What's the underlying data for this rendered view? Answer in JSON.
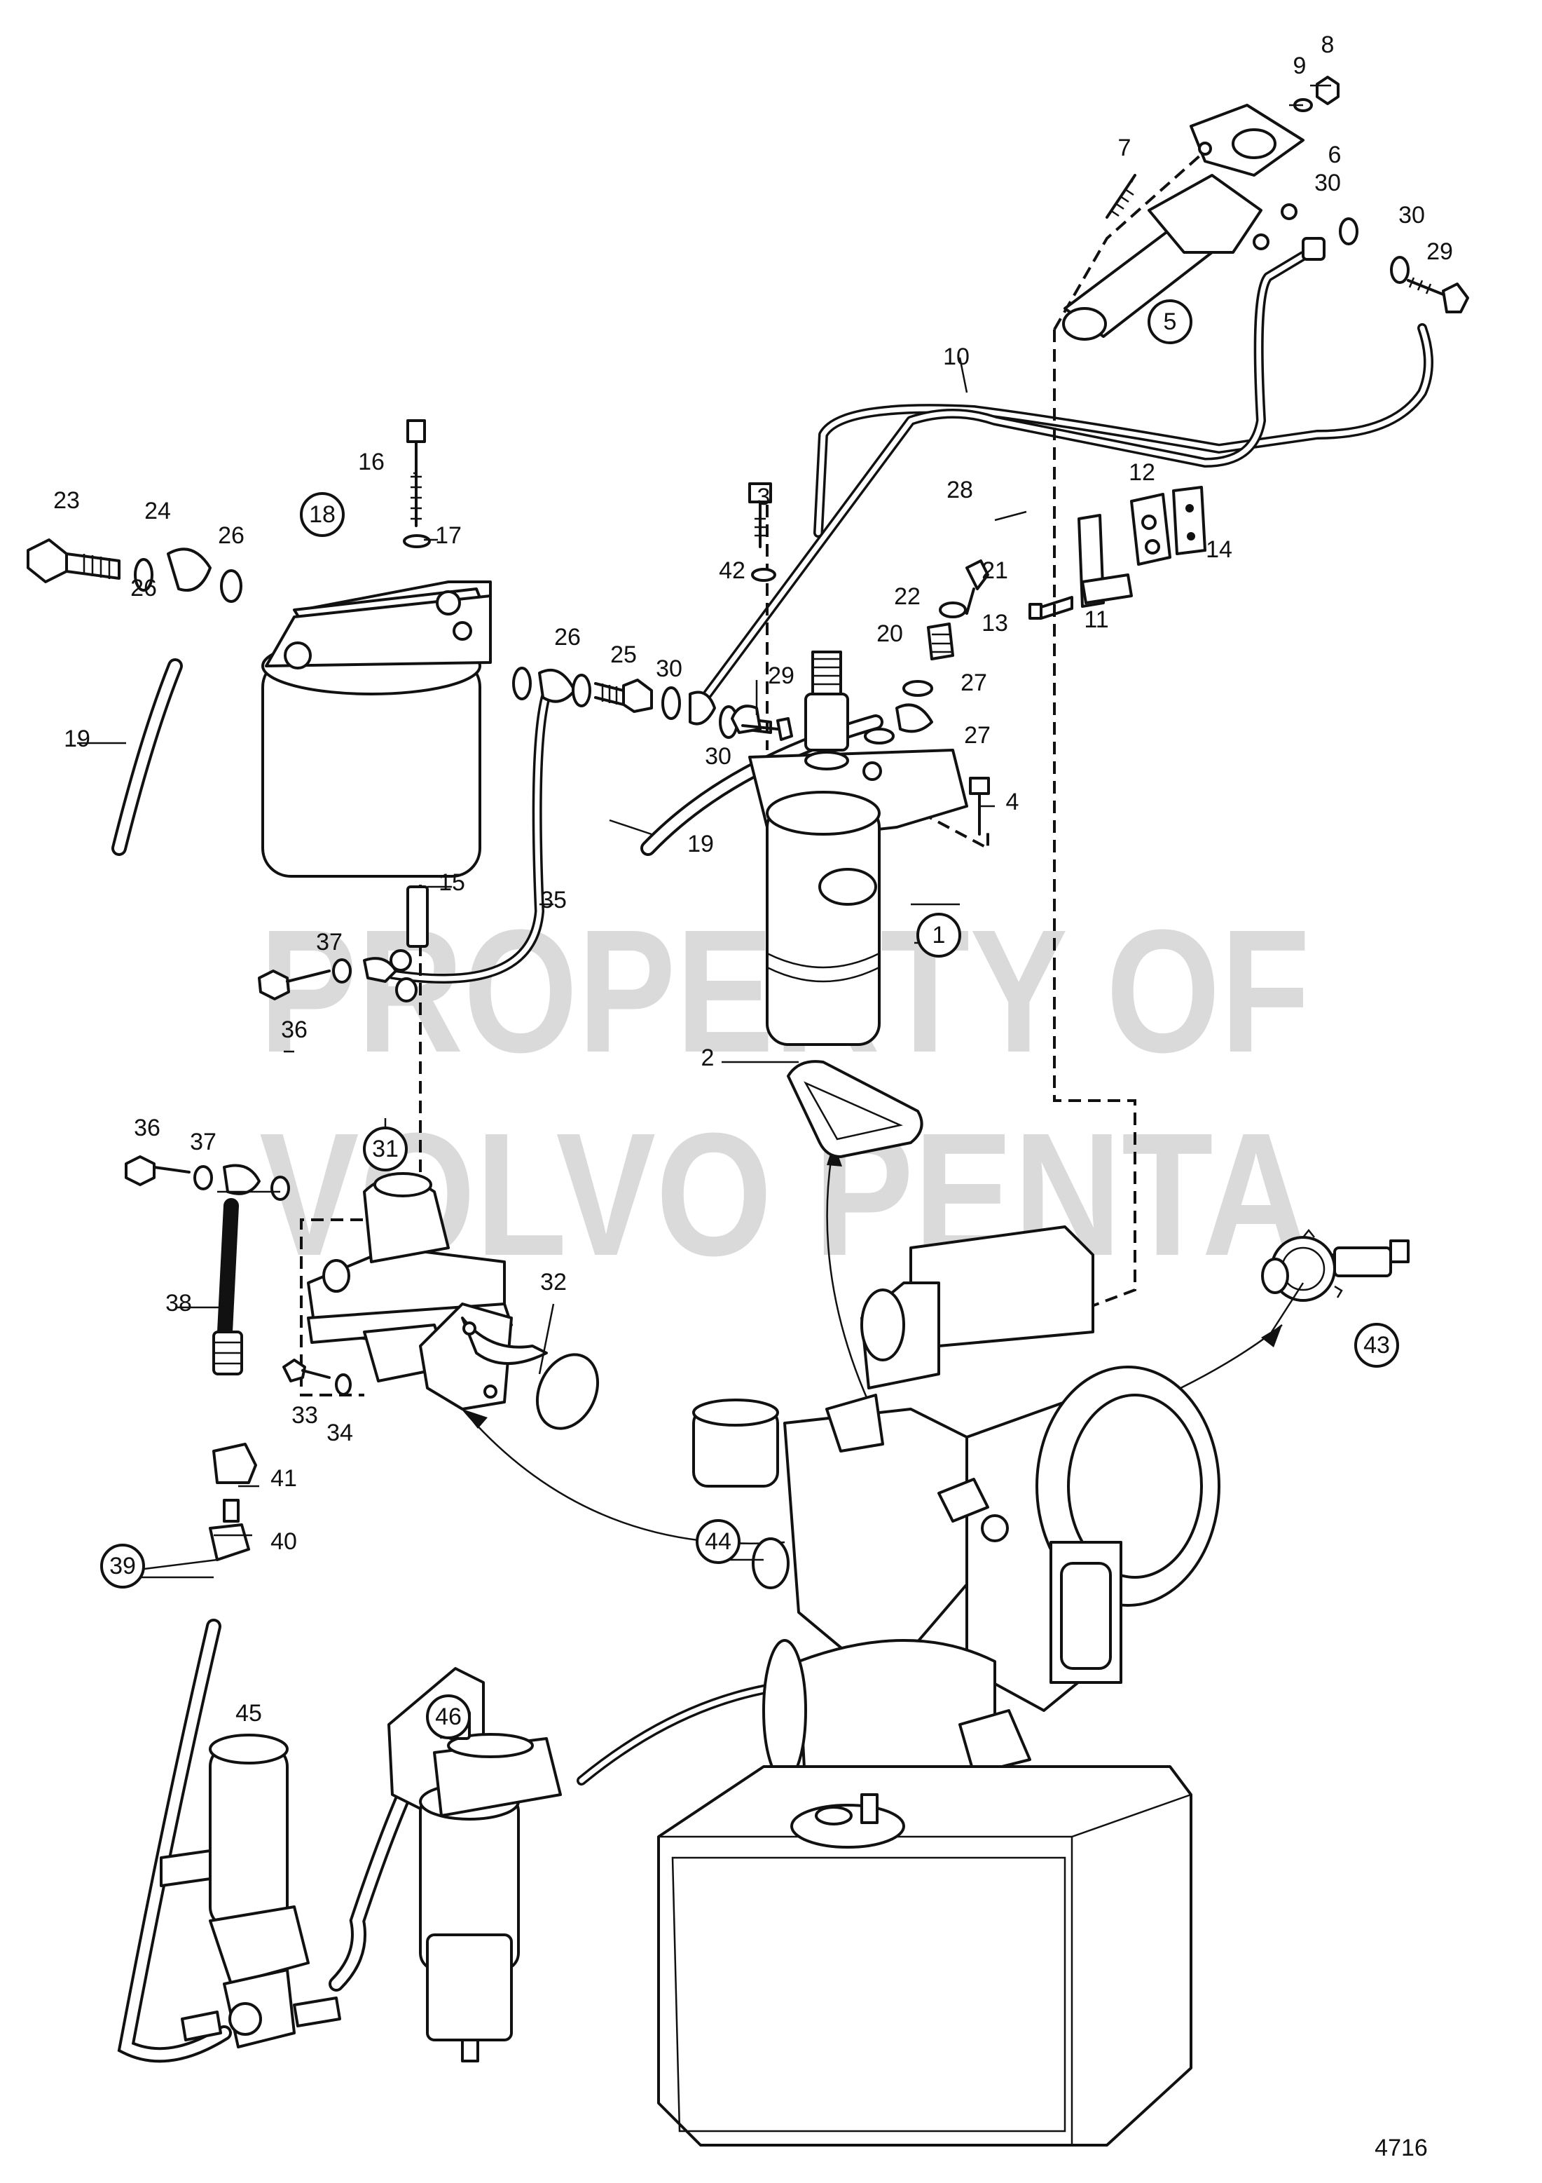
{
  "watermark": {
    "line1": "PROPERTY OF",
    "line2": "VOLVO PENTA"
  },
  "figure_number": "4716",
  "callouts": [
    {
      "id": "c1",
      "text": "1",
      "circled": true
    },
    {
      "id": "c2",
      "text": "2",
      "circled": false
    },
    {
      "id": "c3",
      "text": "3",
      "circled": false
    },
    {
      "id": "c4",
      "text": "4",
      "circled": false
    },
    {
      "id": "c5",
      "text": "5",
      "circled": true
    },
    {
      "id": "c6",
      "text": "6",
      "circled": false
    },
    {
      "id": "c7",
      "text": "7",
      "circled": false
    },
    {
      "id": "c8",
      "text": "8",
      "circled": false
    },
    {
      "id": "c9",
      "text": "9",
      "circled": false
    },
    {
      "id": "c10",
      "text": "10",
      "circled": false
    },
    {
      "id": "c11",
      "text": "11",
      "circled": false
    },
    {
      "id": "c12",
      "text": "12",
      "circled": false
    },
    {
      "id": "c13",
      "text": "13",
      "circled": false
    },
    {
      "id": "c14",
      "text": "14",
      "circled": false
    },
    {
      "id": "c15",
      "text": "15",
      "circled": false
    },
    {
      "id": "c16",
      "text": "16",
      "circled": false
    },
    {
      "id": "c17",
      "text": "17",
      "circled": false
    },
    {
      "id": "c18",
      "text": "18",
      "circled": true
    },
    {
      "id": "c19a",
      "text": "19",
      "circled": false
    },
    {
      "id": "c19b",
      "text": "19",
      "circled": false
    },
    {
      "id": "c20",
      "text": "20",
      "circled": false
    },
    {
      "id": "c21",
      "text": "21",
      "circled": false
    },
    {
      "id": "c22",
      "text": "22",
      "circled": false
    },
    {
      "id": "c23",
      "text": "23",
      "circled": false
    },
    {
      "id": "c24",
      "text": "24",
      "circled": false
    },
    {
      "id": "c25",
      "text": "25",
      "circled": false
    },
    {
      "id": "c26a",
      "text": "26",
      "circled": false
    },
    {
      "id": "c26b",
      "text": "26",
      "circled": false
    },
    {
      "id": "c26c",
      "text": "26",
      "circled": false
    },
    {
      "id": "c27a",
      "text": "27",
      "circled": false
    },
    {
      "id": "c27b",
      "text": "27",
      "circled": false
    },
    {
      "id": "c28",
      "text": "28",
      "circled": false
    },
    {
      "id": "c29a",
      "text": "29",
      "circled": false
    },
    {
      "id": "c29b",
      "text": "29",
      "circled": false
    },
    {
      "id": "c30a",
      "text": "30",
      "circled": false
    },
    {
      "id": "c30b",
      "text": "30",
      "circled": false
    },
    {
      "id": "c30c",
      "text": "30",
      "circled": false
    },
    {
      "id": "c30d",
      "text": "30",
      "circled": false
    },
    {
      "id": "c31",
      "text": "31",
      "circled": true
    },
    {
      "id": "c32",
      "text": "32",
      "circled": false
    },
    {
      "id": "c33",
      "text": "33",
      "circled": false
    },
    {
      "id": "c34",
      "text": "34",
      "circled": false
    },
    {
      "id": "c35",
      "text": "35",
      "circled": false
    },
    {
      "id": "c36a",
      "text": "36",
      "circled": false
    },
    {
      "id": "c36b",
      "text": "36",
      "circled": false
    },
    {
      "id": "c37a",
      "text": "37",
      "circled": false
    },
    {
      "id": "c37b",
      "text": "37",
      "circled": false
    },
    {
      "id": "c38",
      "text": "38",
      "circled": false
    },
    {
      "id": "c39",
      "text": "39",
      "circled": true
    },
    {
      "id": "c40",
      "text": "40",
      "circled": false
    },
    {
      "id": "c41",
      "text": "41",
      "circled": false
    },
    {
      "id": "c42",
      "text": "42",
      "circled": false
    },
    {
      "id": "c43",
      "text": "43",
      "circled": true
    },
    {
      "id": "c44",
      "text": "44",
      "circled": true
    },
    {
      "id": "c45",
      "text": "45",
      "circled": false
    },
    {
      "id": "c46",
      "text": "46",
      "circled": true
    }
  ]
}
